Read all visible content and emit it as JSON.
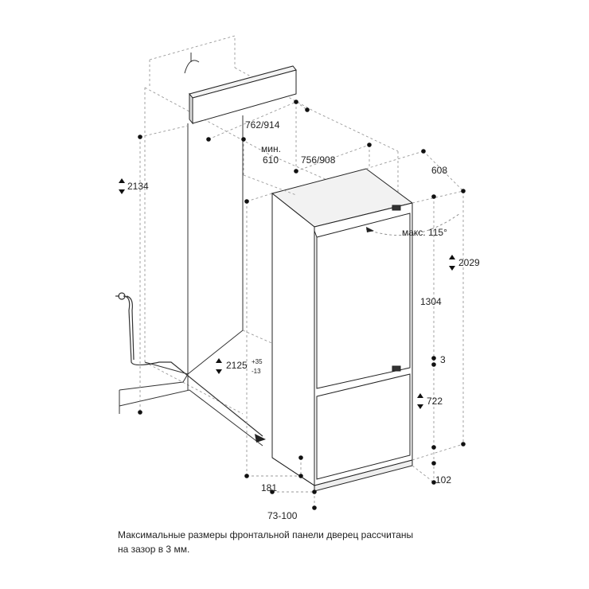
{
  "dimensions": {
    "height_total": "2134",
    "niche_width": "762/914",
    "min_depth_label": "мин.",
    "min_depth_value": "610",
    "unit_width": "756/908",
    "unit_depth": "608",
    "door_angle": "макс. 115°",
    "unit_height": "2029",
    "fridge_door_height": "1304",
    "door_gap": "3",
    "niche_height": "2125",
    "niche_height_plus": "+35",
    "niche_height_minus": "-13",
    "freezer_door_height": "722",
    "plinth_height": "102",
    "plinth_depth": "181",
    "plinth_offset": "73-100"
  },
  "caption": {
    "line1": "Максимальные размеры фронтальной панели дверец рассчитаны",
    "line2": "на зазор в 3 мм."
  }
}
